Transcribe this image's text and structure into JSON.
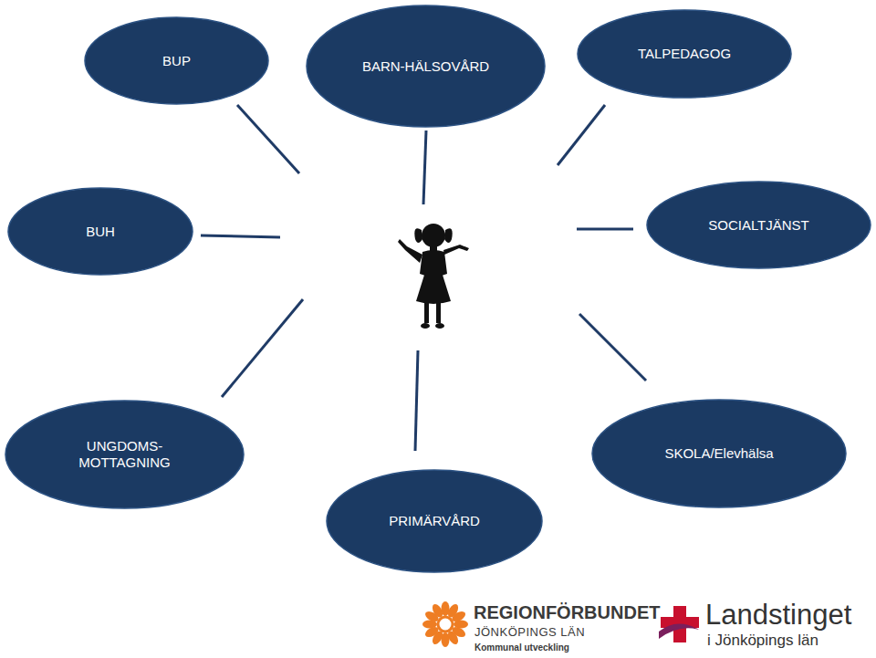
{
  "diagram": {
    "nodes": [
      {
        "text": [
          "BUP"
        ]
      },
      {
        "text": [
          "BARN-HÄLSOVÅRD"
        ]
      },
      {
        "text": [
          "TALPEDAGOG"
        ]
      },
      {
        "text": [
          "BUH"
        ]
      },
      {
        "text": [
          "SOCIALTJÄNST"
        ]
      },
      {
        "text": [
          "UNGDOMS- MOTTAGNING"
        ]
      },
      {
        "text": [
          "SKOLA/Elevhälsa"
        ]
      },
      {
        "text": [
          "PRIMÄRVÅRD"
        ]
      }
    ],
    "labels": [
      "REGIONFÖRBUNDET",
      "JÖNKÖPINGS LÄN",
      "Kommunal utveckling",
      "Landstinget",
      "i Jönköpings län"
    ]
  }
}
